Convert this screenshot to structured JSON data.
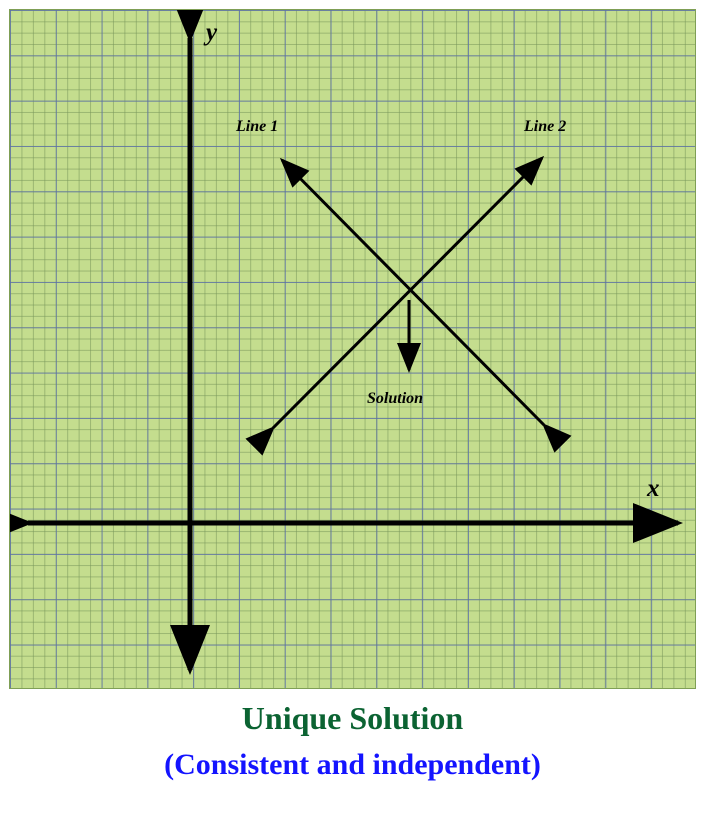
{
  "graph": {
    "background_color": "#c4dd8e",
    "grid_minor_color": "#78965a",
    "grid_major_color": "#5a6eaf",
    "axis_color": "#000000",
    "axis_labels": {
      "x": "x",
      "y": "y"
    },
    "annotations": {
      "line1": "Line 1",
      "line2": "Line 2",
      "solution": "Solution"
    }
  },
  "chart_data": {
    "type": "line",
    "title": "Unique Solution",
    "subtitle": "(Consistent and independent)",
    "xlabel": "x",
    "ylabel": "y",
    "grid": true,
    "legend_position": "inline-annotations",
    "series": [
      {
        "name": "Line 1",
        "from": [
          280,
          155
        ],
        "to": [
          540,
          420
        ],
        "slope": "negative",
        "arrows": "both-ends"
      },
      {
        "name": "Line 2",
        "from": [
          268,
          422
        ],
        "to": [
          538,
          152
        ],
        "slope": "positive",
        "arrows": "both-ends"
      }
    ],
    "intersection": {
      "label": "Solution",
      "point": [
        404,
        290
      ],
      "pointer_arrow_to": [
        404,
        365
      ]
    }
  },
  "captions": {
    "main": "Unique Solution",
    "main_color": "#0b6332",
    "sub": "(Consistent and independent)",
    "sub_color": "#1414ff"
  }
}
